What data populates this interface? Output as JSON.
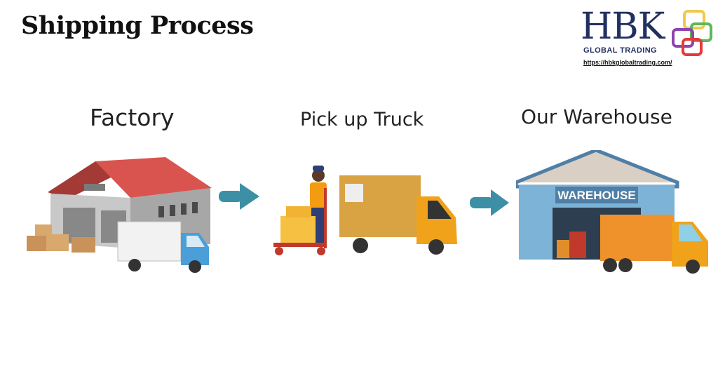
{
  "title": "Shipping Process",
  "logo": {
    "name": "HBK",
    "subtitle": "GLOBAL TRADING",
    "url": "https://hbkglobaltrading.com/",
    "square_colors": [
      "#f2c94c",
      "#5cb85c",
      "#8e44ad",
      "#e23b3b"
    ]
  },
  "steps": [
    {
      "label": "Factory",
      "icon": "factory-illustration"
    },
    {
      "label": "Pick up Truck",
      "icon": "pickup-truck-illustration"
    },
    {
      "label": "Our Warehouse",
      "icon": "warehouse-illustration",
      "sign": "WAREHOUSE"
    }
  ],
  "colors": {
    "arrow": "#3d8fa6",
    "roof": "#d9534f",
    "truck_orange": "#f0a21a",
    "cab_blue": "#4a9fd8",
    "warehouse_wall": "#7db3d6"
  }
}
